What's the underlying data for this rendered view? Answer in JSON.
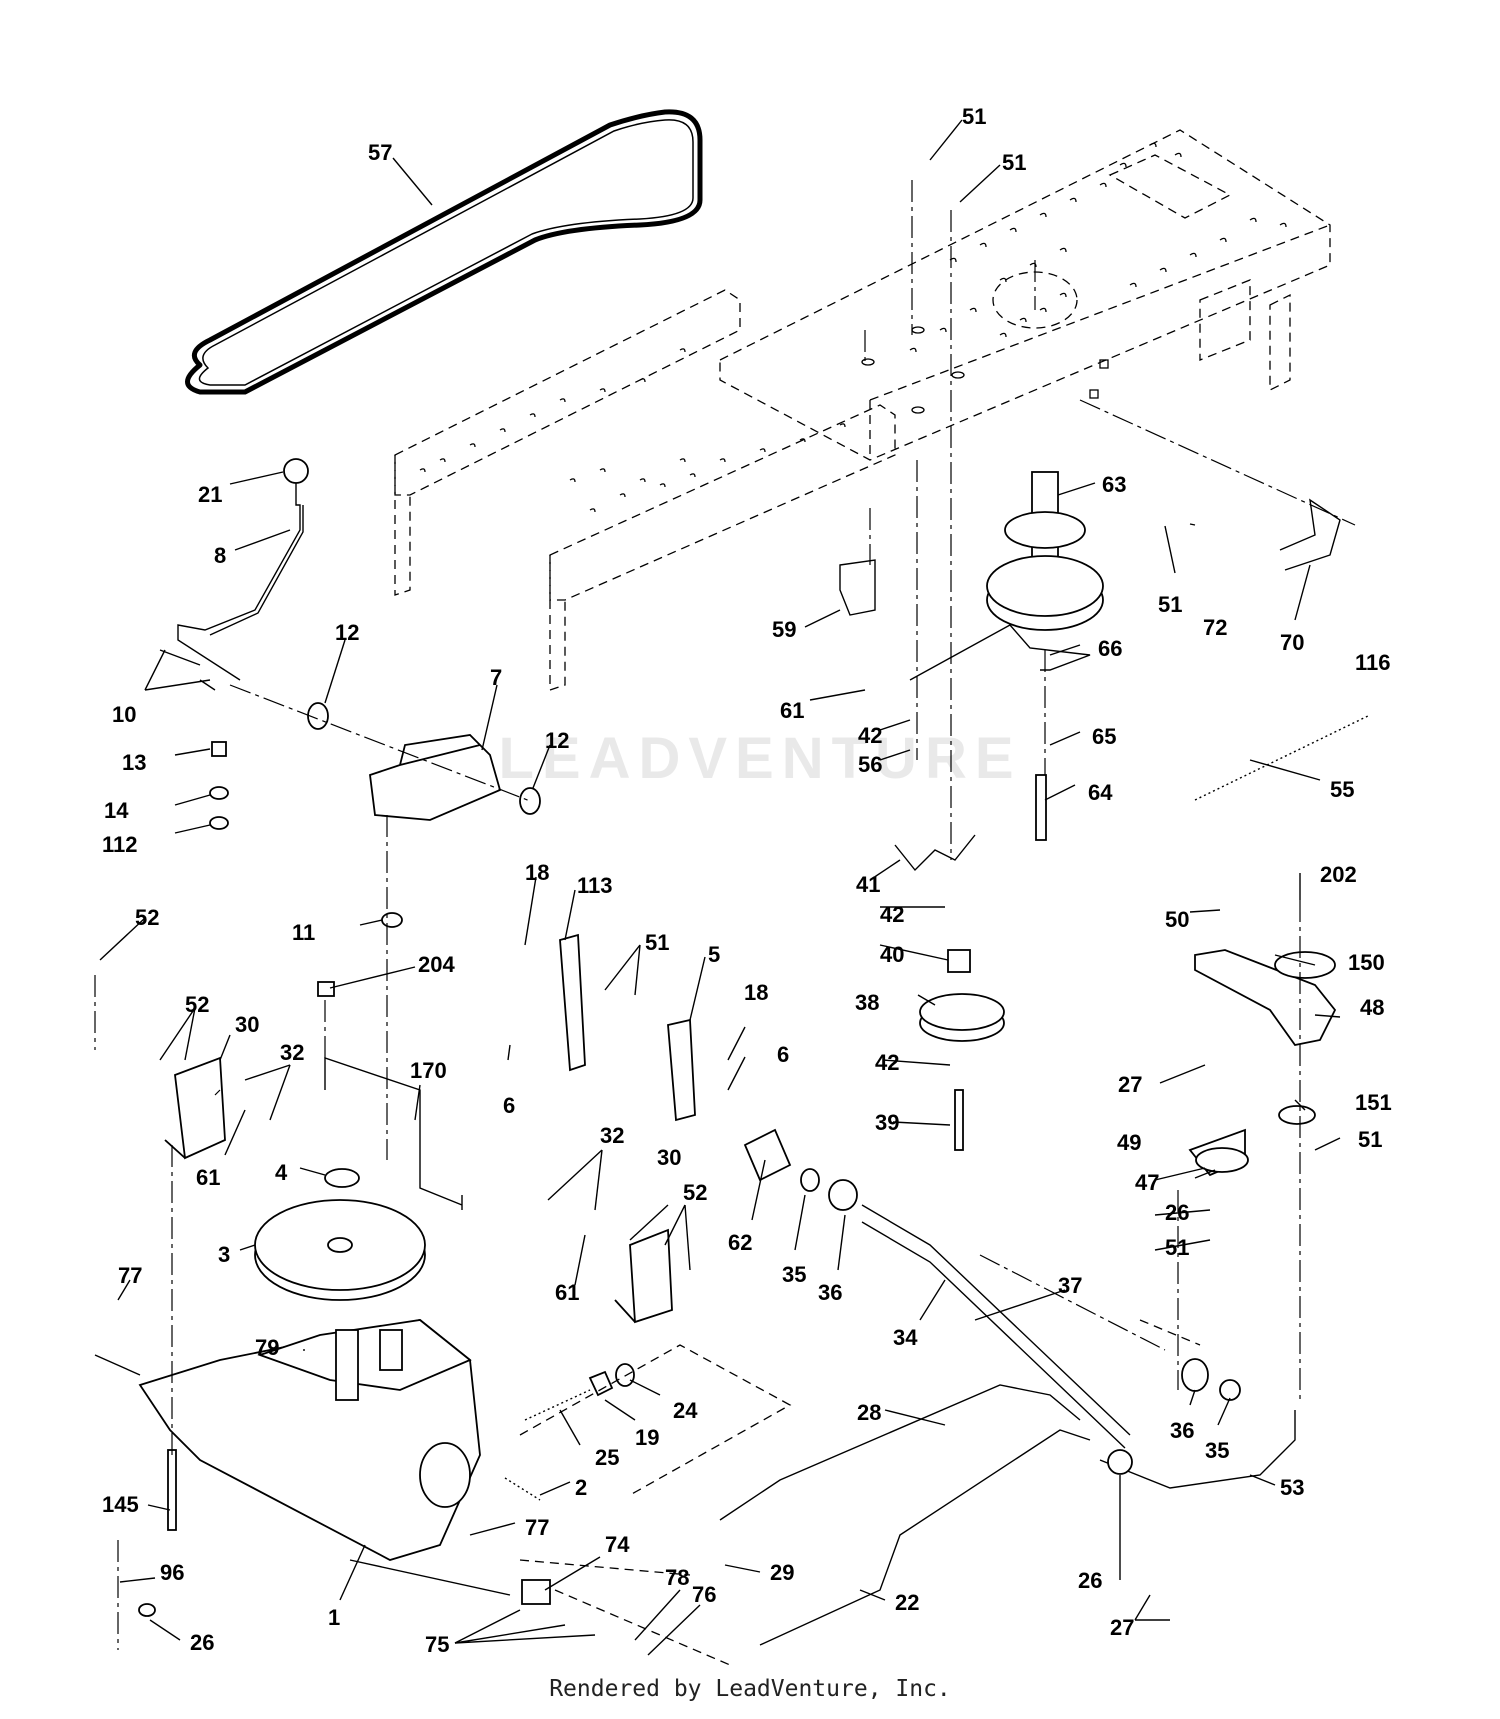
{
  "footer": {
    "text": "Rendered by LeadVenture, Inc."
  },
  "watermark": {
    "text": "LEADVENTURE",
    "color": "#e9e9e9"
  },
  "callouts": [
    {
      "id": "57",
      "text": "57"
    },
    {
      "id": "51a",
      "text": "51"
    },
    {
      "id": "51b",
      "text": "51"
    },
    {
      "id": "21",
      "text": "21"
    },
    {
      "id": "8",
      "text": "8"
    },
    {
      "id": "63",
      "text": "63"
    },
    {
      "id": "51c",
      "text": "51"
    },
    {
      "id": "72",
      "text": "72"
    },
    {
      "id": "70",
      "text": "70"
    },
    {
      "id": "116",
      "text": "116"
    },
    {
      "id": "59",
      "text": "59"
    },
    {
      "id": "66",
      "text": "66"
    },
    {
      "id": "12a",
      "text": "12"
    },
    {
      "id": "7",
      "text": "7"
    },
    {
      "id": "10",
      "text": "10"
    },
    {
      "id": "61a",
      "text": "61"
    },
    {
      "id": "42a",
      "text": "42"
    },
    {
      "id": "56",
      "text": "56"
    },
    {
      "id": "65",
      "text": "65"
    },
    {
      "id": "12b",
      "text": "12"
    },
    {
      "id": "13",
      "text": "13"
    },
    {
      "id": "55",
      "text": "55"
    },
    {
      "id": "64",
      "text": "64"
    },
    {
      "id": "14",
      "text": "14"
    },
    {
      "id": "112",
      "text": "112"
    },
    {
      "id": "41",
      "text": "41"
    },
    {
      "id": "18a",
      "text": "18"
    },
    {
      "id": "113",
      "text": "113"
    },
    {
      "id": "202",
      "text": "202"
    },
    {
      "id": "52a",
      "text": "52"
    },
    {
      "id": "42b",
      "text": "42"
    },
    {
      "id": "50",
      "text": "50"
    },
    {
      "id": "11",
      "text": "11"
    },
    {
      "id": "51d",
      "text": "51"
    },
    {
      "id": "5",
      "text": "5"
    },
    {
      "id": "40",
      "text": "40"
    },
    {
      "id": "150",
      "text": "150"
    },
    {
      "id": "204",
      "text": "204"
    },
    {
      "id": "52b",
      "text": "52"
    },
    {
      "id": "30a",
      "text": "30"
    },
    {
      "id": "18b",
      "text": "18"
    },
    {
      "id": "38",
      "text": "38"
    },
    {
      "id": "48",
      "text": "48"
    },
    {
      "id": "32a",
      "text": "32"
    },
    {
      "id": "170",
      "text": "170"
    },
    {
      "id": "6a",
      "text": "6"
    },
    {
      "id": "6b",
      "text": "6"
    },
    {
      "id": "42c",
      "text": "42"
    },
    {
      "id": "27a",
      "text": "27"
    },
    {
      "id": "61b",
      "text": "61"
    },
    {
      "id": "39",
      "text": "39"
    },
    {
      "id": "151",
      "text": "151"
    },
    {
      "id": "4",
      "text": "4"
    },
    {
      "id": "32b",
      "text": "32"
    },
    {
      "id": "30b",
      "text": "30"
    },
    {
      "id": "49",
      "text": "49"
    },
    {
      "id": "51e",
      "text": "51"
    },
    {
      "id": "52c",
      "text": "52"
    },
    {
      "id": "47",
      "text": "47"
    },
    {
      "id": "3",
      "text": "3"
    },
    {
      "id": "62",
      "text": "62"
    },
    {
      "id": "26a",
      "text": "26"
    },
    {
      "id": "51f",
      "text": "51"
    },
    {
      "id": "77a",
      "text": "77"
    },
    {
      "id": "35a",
      "text": "35"
    },
    {
      "id": "36a",
      "text": "36"
    },
    {
      "id": "61c",
      "text": "61"
    },
    {
      "id": "37",
      "text": "37"
    },
    {
      "id": "79",
      "text": "79"
    },
    {
      "id": "34",
      "text": "34"
    },
    {
      "id": "28",
      "text": "28"
    },
    {
      "id": "24",
      "text": "24"
    },
    {
      "id": "19",
      "text": "19"
    },
    {
      "id": "36b",
      "text": "36"
    },
    {
      "id": "25",
      "text": "25"
    },
    {
      "id": "35b",
      "text": "35"
    },
    {
      "id": "2",
      "text": "2"
    },
    {
      "id": "53",
      "text": "53"
    },
    {
      "id": "145",
      "text": "145"
    },
    {
      "id": "77b",
      "text": "77"
    },
    {
      "id": "74",
      "text": "74"
    },
    {
      "id": "29",
      "text": "29"
    },
    {
      "id": "96",
      "text": "96"
    },
    {
      "id": "22",
      "text": "22"
    },
    {
      "id": "26b",
      "text": "26"
    },
    {
      "id": "1",
      "text": "1"
    },
    {
      "id": "78",
      "text": "78"
    },
    {
      "id": "76",
      "text": "76"
    },
    {
      "id": "27b",
      "text": "27"
    },
    {
      "id": "26c",
      "text": "26"
    },
    {
      "id": "75",
      "text": "75"
    }
  ]
}
